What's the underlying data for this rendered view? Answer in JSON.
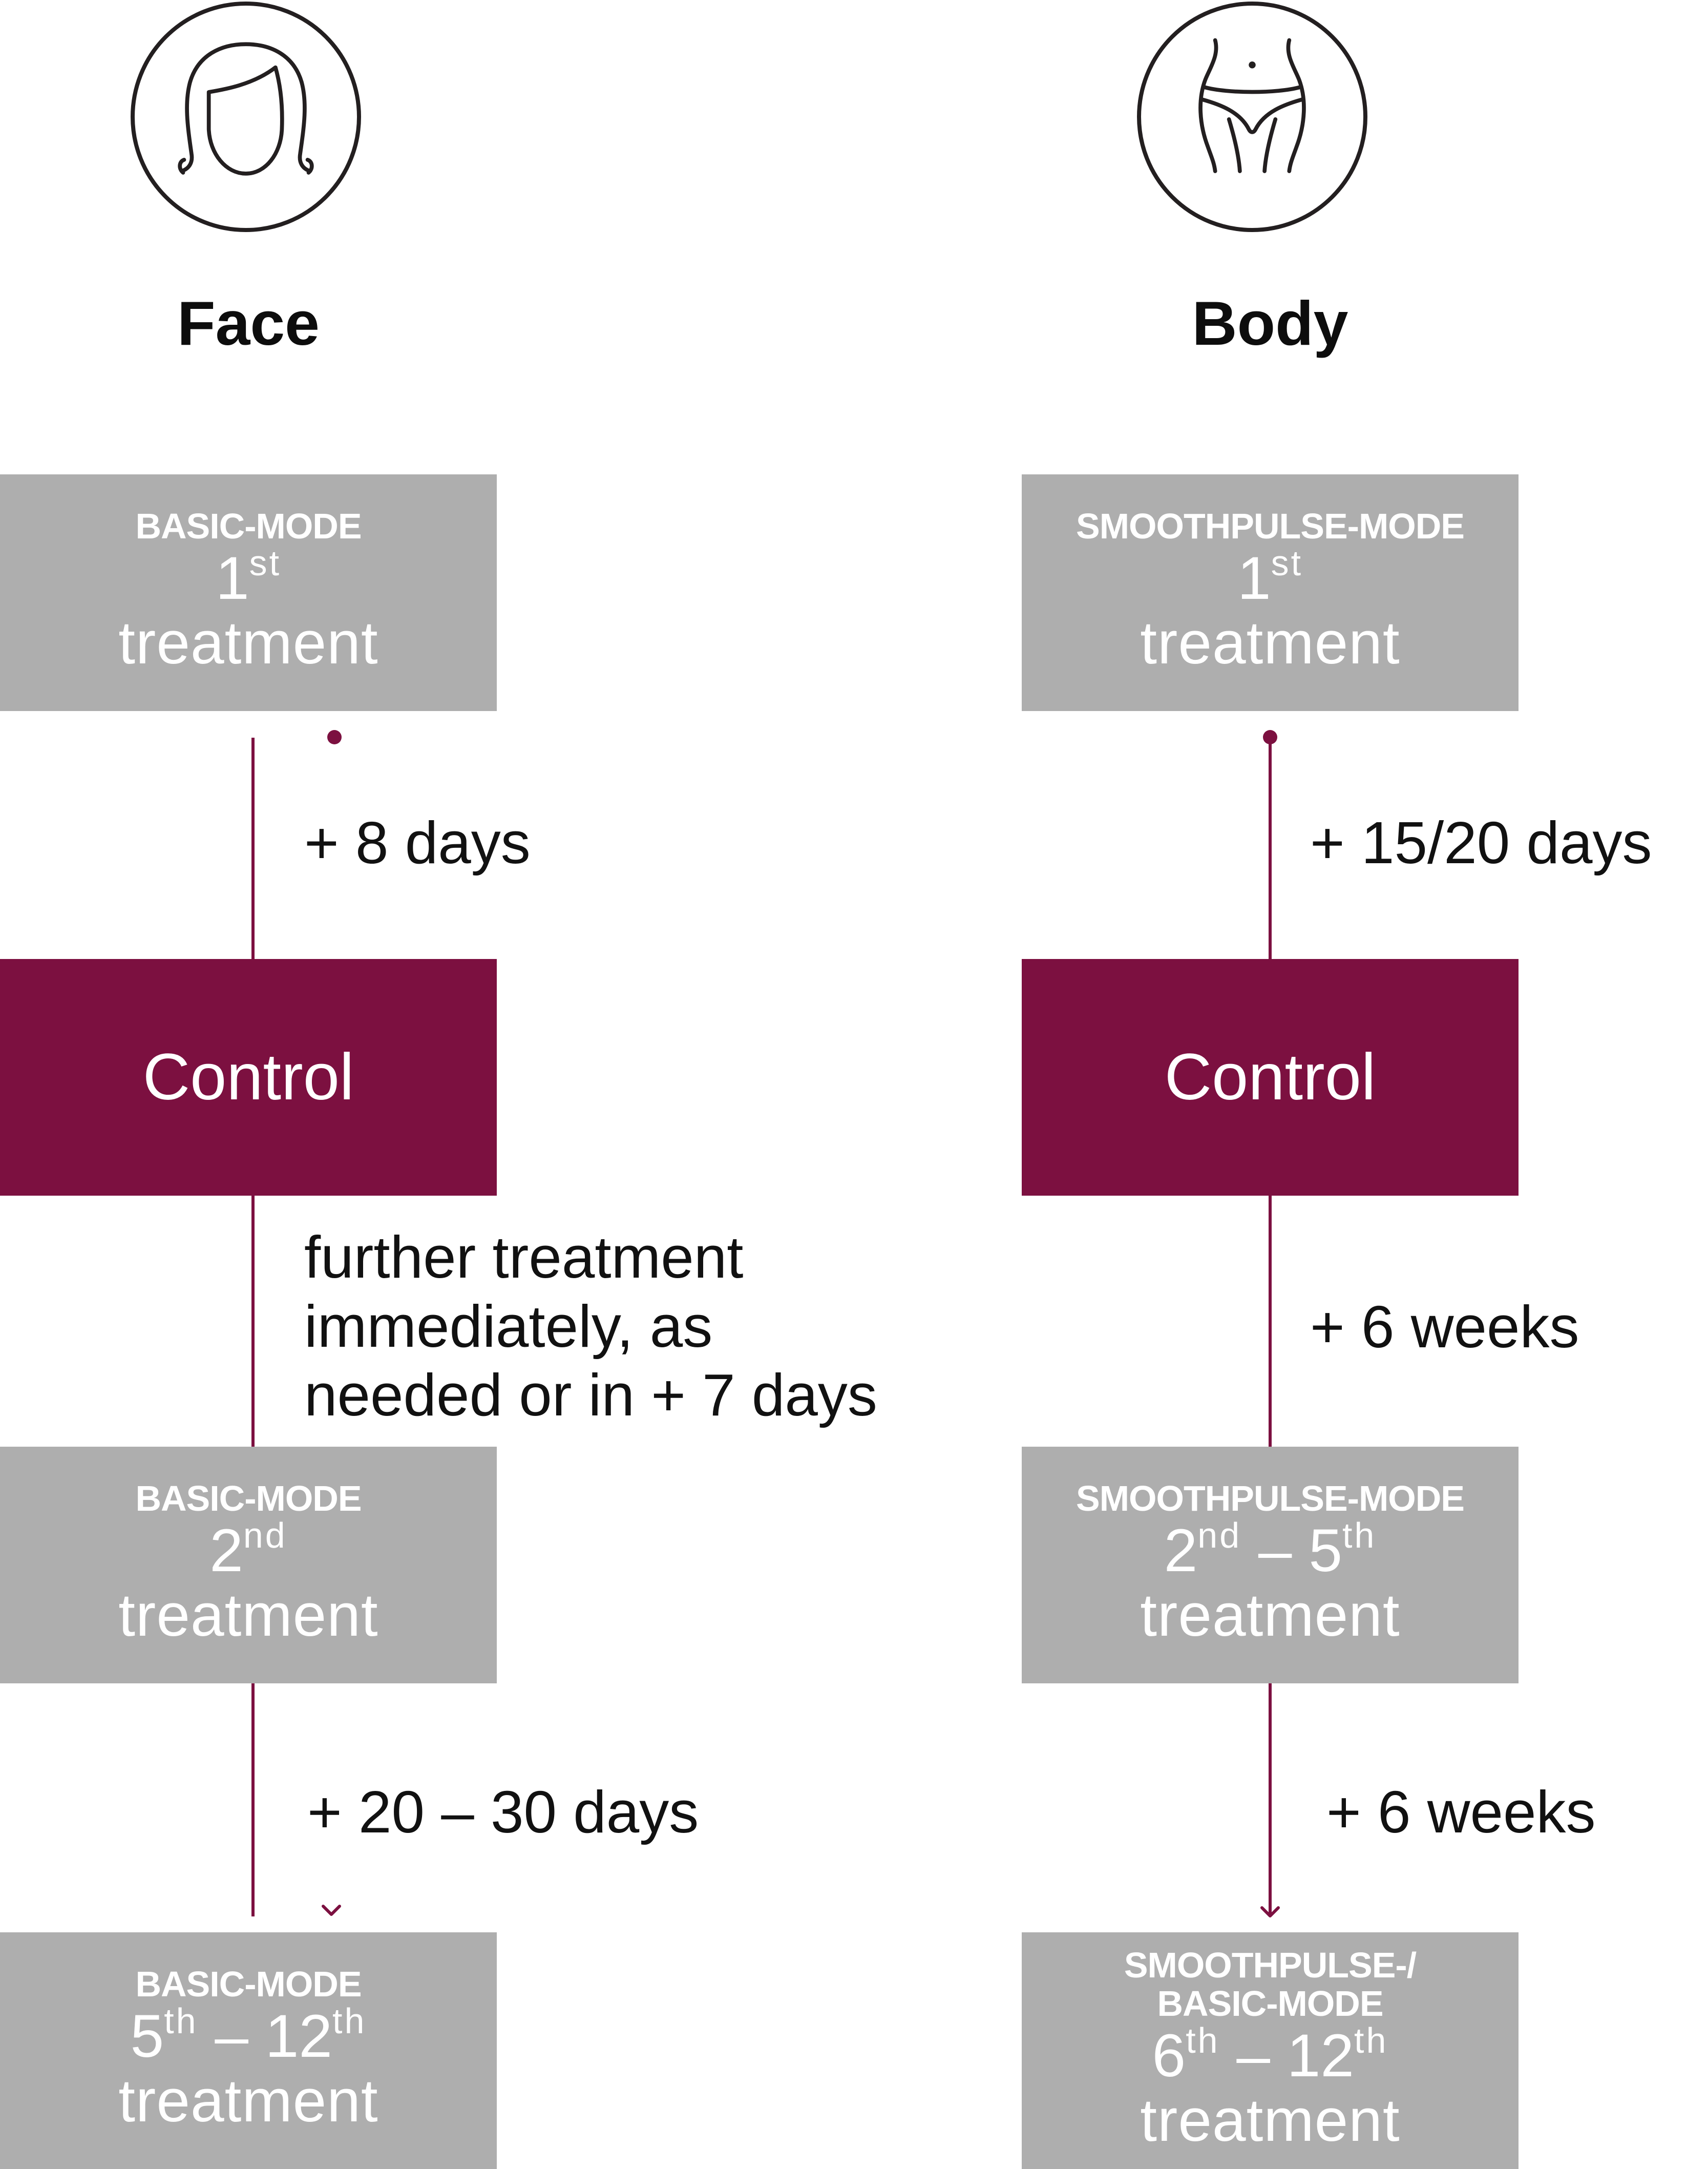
{
  "face": {
    "title": "Face",
    "box1": {
      "mode": "BASIC-MODE",
      "ordinal": "1",
      "suffix": "st",
      "label": "treatment"
    },
    "step1": "+ 8 days",
    "control": "Control",
    "step2_lines": [
      "further treatment",
      "immediately, as",
      "needed or in + 7 days"
    ],
    "box2": {
      "mode": "BASIC-MODE",
      "ordinal": "2",
      "suffix": "nd",
      "label": "treatment"
    },
    "step3": "+ 20 – 30 days",
    "box3": {
      "mode": "BASIC-MODE",
      "ord_a": "5",
      "suf_a": "th",
      "dash": " – ",
      "ord_b": "12",
      "suf_b": "th",
      "label": "treatment"
    }
  },
  "body": {
    "title": "Body",
    "box1": {
      "mode": "SMOOTHPULSE-MODE",
      "ordinal": "1",
      "suffix": "st",
      "label": "treatment"
    },
    "step1": "+ 15/20 days",
    "control": "Control",
    "step2": "+ 6 weeks",
    "box2": {
      "mode": "SMOOTHPULSE-MODE",
      "ord_a": "2",
      "suf_a": "nd",
      "dash": " – ",
      "ord_b": "5",
      "suf_b": "th",
      "label": "treatment"
    },
    "step3": "+ 6 weeks",
    "box3": {
      "mode_line1": "SMOOTHPULSE-/",
      "mode_line2": "BASIC-MODE",
      "ord_a": "6",
      "suf_a": "th",
      "dash": " – ",
      "ord_b": "12",
      "suf_b": "th",
      "label": "treatment"
    }
  },
  "colors": {
    "accent": "#7c1040",
    "box_gray": "#aeaeae",
    "icon_stroke": "#231f20"
  },
  "icons": {
    "face": "face-icon",
    "body": "body-icon"
  }
}
